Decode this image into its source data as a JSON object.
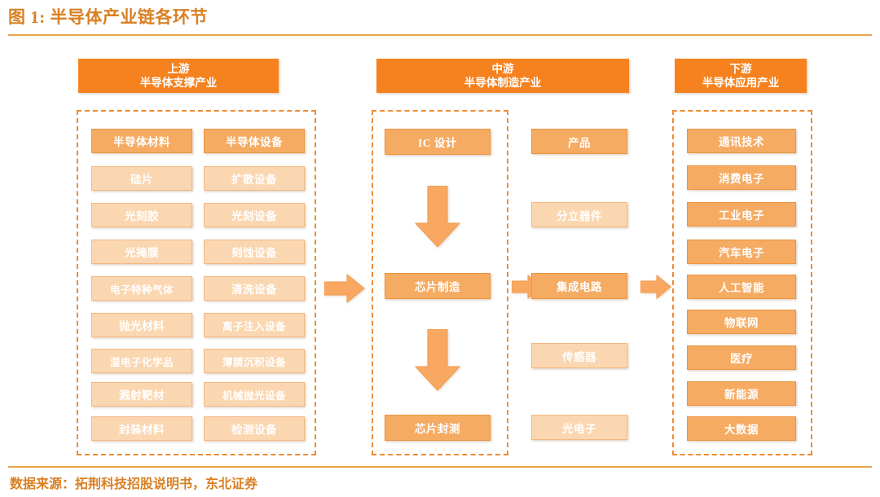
{
  "figure": {
    "title": "图 1: 半导体产业链各环节",
    "source": "数据来源：拓荆科技招股说明书，东北证券"
  },
  "sections": {
    "upstream": {
      "header_line1": "上游",
      "header_line2": "半导体支撑产业",
      "column_materials": [
        "半导体材料",
        "硅片",
        "光刻胶",
        "光掩膜",
        "电子特种气体",
        "抛光材料",
        "湿电子化学品",
        "溅射靶材",
        "封装材料"
      ],
      "column_equipment": [
        "半导体设备",
        "扩散设备",
        "光刻设备",
        "刻蚀设备",
        "清洗设备",
        "离子注入设备",
        "薄膜沉积设备",
        "机械抛光设备",
        "检测设备"
      ]
    },
    "midstream": {
      "header_line1": "中游",
      "header_line2": "半导体制造产业",
      "process_chain": [
        "IC 设计",
        "芯片制造",
        "芯片封测"
      ],
      "products": [
        "产品",
        "分立器件",
        "集成电路",
        "传感器",
        "光电子"
      ]
    },
    "downstream": {
      "header_line1": "下游",
      "header_line2": "半导体应用产业",
      "applications": [
        "通讯技术",
        "消费电子",
        "工业电子",
        "汽车电子",
        "人工智能",
        "物联网",
        "医疗",
        "新能源",
        "大数据"
      ]
    }
  },
  "arrows": {
    "upstream_to_midstream": "arrow-right-icon",
    "chip_design_to_fab": "arrow-down-icon",
    "fab_to_packaging": "arrow-down-icon",
    "process_to_product": "arrow-right-icon",
    "midstream_to_downstream": "arrow-right-icon"
  },
  "colors": {
    "accent": "#f5821f",
    "node_dark": "#f6ab62",
    "node_light": "#fbd7b1",
    "dashed_border": "#ef8b31",
    "title_text": "#d98024"
  }
}
